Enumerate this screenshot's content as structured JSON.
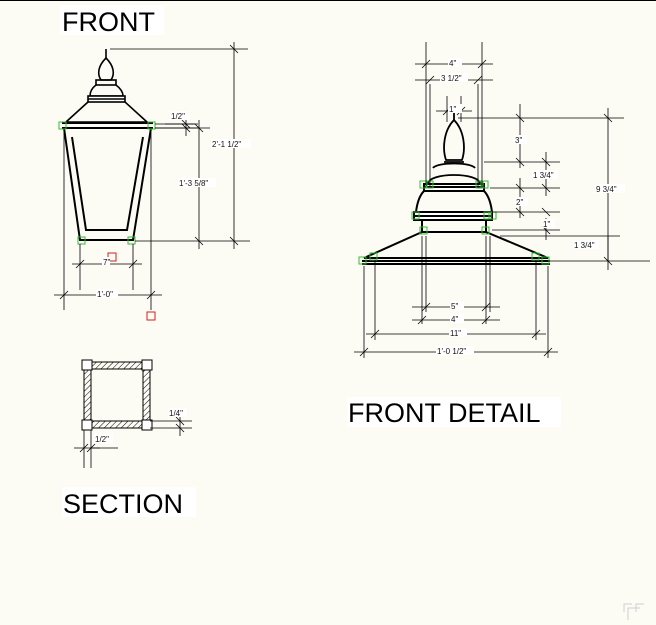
{
  "titles": {
    "front": "FRONT",
    "section": "SECTION",
    "front_detail": "FRONT DETAIL"
  },
  "front_dims": {
    "overall_height": "2'-1 1/2\"",
    "body_height": "1'-3 5/8\"",
    "top_offset": "1/2\"",
    "base_width": "7\"",
    "overall_width": "1'-0\""
  },
  "section_dims": {
    "wall": "1/4\"",
    "frame": "1/2\""
  },
  "detail_dims": {
    "w4_top": "4\"",
    "w3_5": "3 1/2\"",
    "w1": "1\"",
    "h3": "3\"",
    "h1_75a": "1 3/4\"",
    "h9_75": "9 3/4\"",
    "h2": "2\"",
    "h1": "1\"",
    "h1_75b": "1 3/4\"",
    "w5": "5\"",
    "w4_bottom": "4\"",
    "w11": "11\"",
    "w12_5": "1'-0 1/2\""
  },
  "colors": {
    "background": "#fcfbf4",
    "line": "#000000",
    "handle": "#33bb33",
    "marker": "#d22222"
  }
}
